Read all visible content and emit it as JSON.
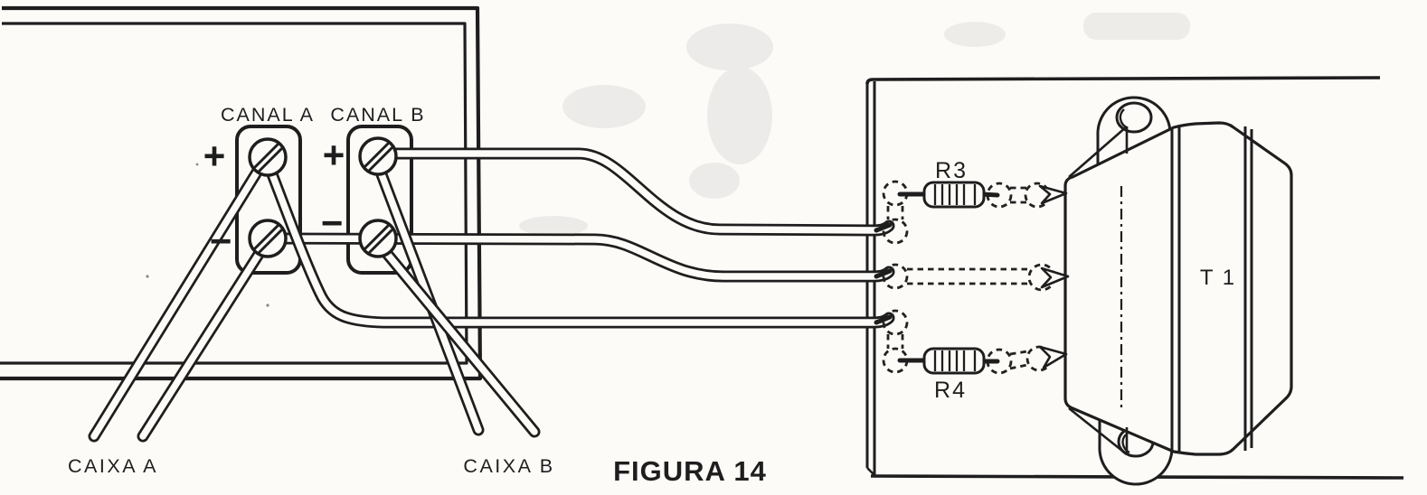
{
  "figure": {
    "caption": "FIGURA 14",
    "amplifier_panel": {
      "channel_a": {
        "label": "CANAL A",
        "plus": "+",
        "minus": "−"
      },
      "channel_b": {
        "label": "CANAL B",
        "plus": "+",
        "minus": "−"
      }
    },
    "speaker_labels": {
      "caixa_a": "CAIXA A",
      "caixa_b": "CAIXA B"
    },
    "circuit_board": {
      "resistor_top": "R3",
      "resistor_bottom": "R4",
      "transformer": "T 1"
    },
    "connections": [
      {
        "from": "CANAL B +",
        "via": "R3",
        "to": "T1 upper lug"
      },
      {
        "from": "CANAL A − bridged with CANAL B −",
        "via": "direct dashed trace",
        "to": "T1 middle lug"
      },
      {
        "from": "CANAL A +",
        "via": "R4",
        "to": "T1 lower lug"
      },
      {
        "from": "CANAL A + and CANAL A −",
        "to": "CAIXA A"
      },
      {
        "from": "CANAL B + and CANAL B −",
        "to": "CAIXA B"
      }
    ]
  },
  "colors": {
    "ink": "#1e1e1e",
    "paper": "#fcfbf8"
  }
}
